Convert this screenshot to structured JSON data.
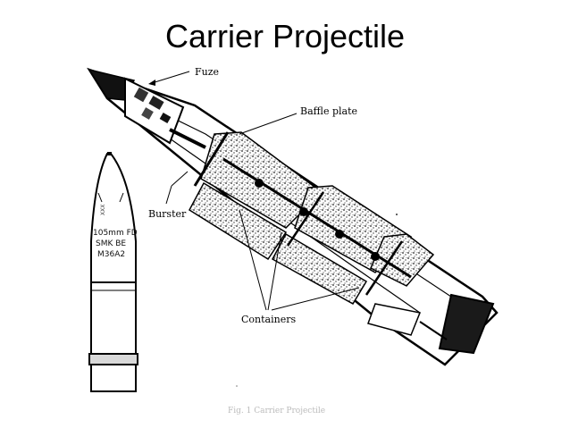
{
  "slide": {
    "title": "Carrier Projectile"
  },
  "labels": {
    "fuze": "Fuze",
    "baffle_plate": "Baffle plate",
    "burster": "Burster",
    "containers": "Containers"
  },
  "shell_marking": {
    "lines": [
      "105mm FD",
      "SMK BE",
      "M36A2"
    ]
  },
  "caption": "Fig. 1   Carrier Projectile"
}
